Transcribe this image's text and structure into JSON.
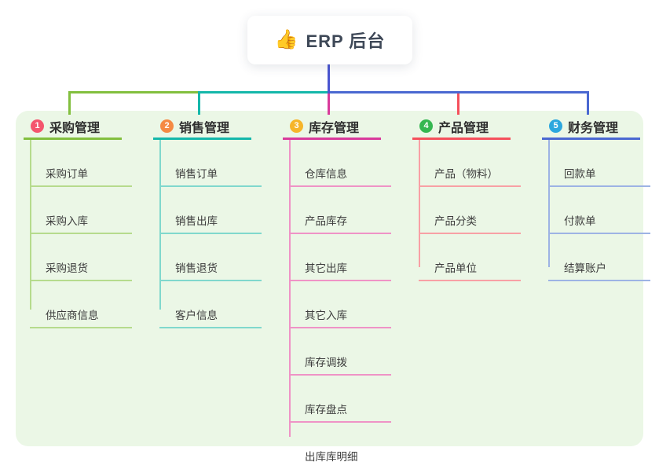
{
  "root": {
    "title": "ERP 后台",
    "icon": "thumbs-up-icon",
    "icon_glyph": "👍",
    "line_color": "#4a55d0"
  },
  "panel": {
    "bg_color": "#ebf7e6"
  },
  "branches": [
    {
      "id": "purchase",
      "number": "1",
      "label": "采购管理",
      "badge_color": "#f4566e",
      "line_color": "#82bf3e",
      "child_line_color": "#b6db8d",
      "children": [
        "采购订单",
        "采购入库",
        "采购退货",
        "供应商信息"
      ]
    },
    {
      "id": "sales",
      "number": "2",
      "label": "销售管理",
      "badge_color": "#f58a43",
      "line_color": "#14b7aa",
      "child_line_color": "#80d8cd",
      "children": [
        "销售订单",
        "销售出库",
        "销售退货",
        "客户信息"
      ]
    },
    {
      "id": "inventory",
      "number": "3",
      "label": "库存管理",
      "badge_color": "#f6b52a",
      "line_color": "#d93a9b",
      "child_line_color": "#ef93c6",
      "children": [
        "仓库信息",
        "产品库存",
        "其它出库",
        "其它入库",
        "库存调拨",
        "库存盘点",
        "出库库明细"
      ]
    },
    {
      "id": "product",
      "number": "4",
      "label": "产品管理",
      "badge_color": "#35b751",
      "line_color": "#f5505c",
      "child_line_color": "#f8a0a5",
      "children": [
        "产品（物料）",
        "产品分类",
        "产品单位"
      ]
    },
    {
      "id": "finance",
      "number": "5",
      "label": "财务管理",
      "badge_color": "#2ca7de",
      "line_color": "#4a68d1",
      "child_line_color": "#9db3e4",
      "children": [
        "回款单",
        "付款单",
        "结算账户"
      ]
    }
  ]
}
